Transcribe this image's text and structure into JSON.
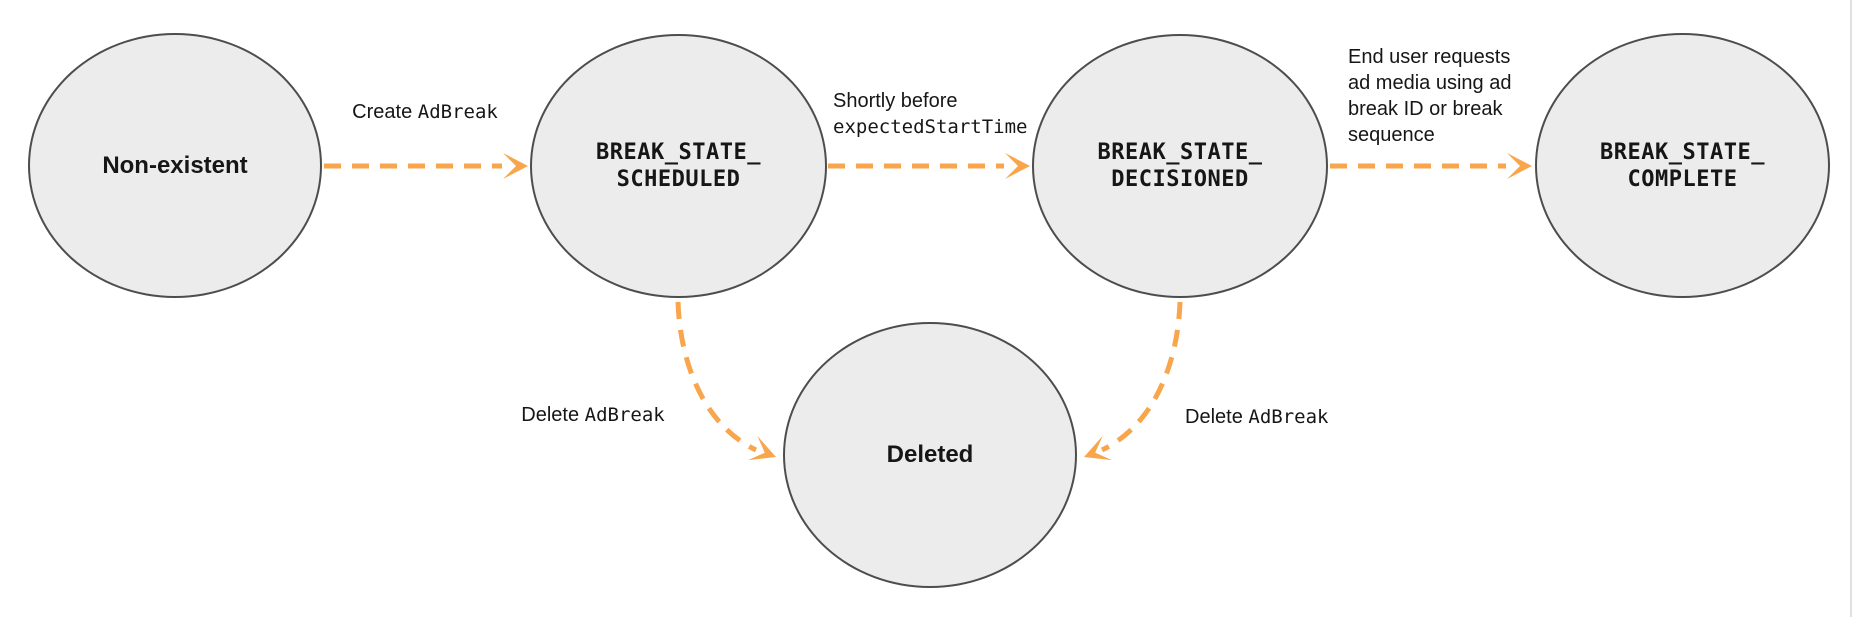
{
  "colors": {
    "arrow": "#F8A54B",
    "node_fill": "#ECECEC",
    "node_border": "#4D4D4D",
    "text": "#161616",
    "frame_line": "#E0E0E0"
  },
  "states": {
    "non_existent": {
      "label": "Non-existent"
    },
    "scheduled": {
      "line1": "BREAK_STATE_",
      "line2": "SCHEDULED"
    },
    "decisioned": {
      "line1": "BREAK_STATE_",
      "line2": "DECISIONED"
    },
    "complete": {
      "line1": "BREAK_STATE_",
      "line2": "COMPLETE"
    },
    "deleted": {
      "label": "Deleted"
    }
  },
  "transitions": {
    "create": {
      "prefix": "Create ",
      "code": "AdBreak"
    },
    "decision": {
      "line1": "Shortly before",
      "code": "expectedStartTime"
    },
    "complete": {
      "lines": [
        "End user requests",
        "ad media using ad",
        "break ID or break",
        "sequence"
      ]
    },
    "delete_left": {
      "prefix": "Delete ",
      "code": "AdBreak"
    },
    "delete_right": {
      "prefix": "Delete ",
      "code": "AdBreak"
    }
  }
}
